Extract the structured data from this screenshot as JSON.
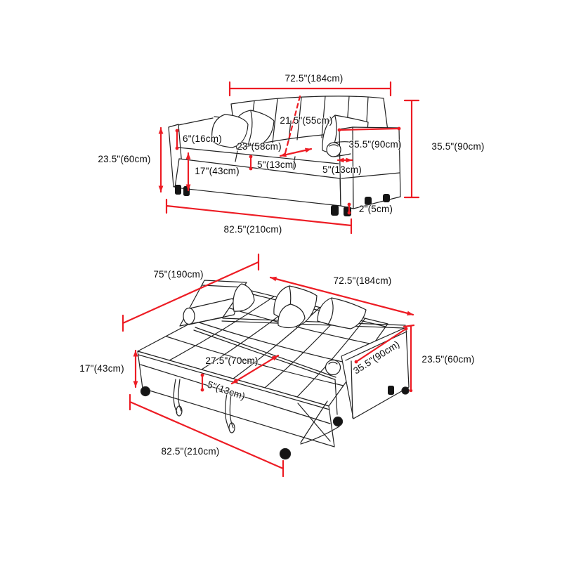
{
  "colors": {
    "dimension_red": "#ed1c24",
    "artwork_line": "#222222",
    "background": "#ffffff"
  },
  "sofa_view": {
    "name": "sofa configuration (upper drawing)",
    "labels": [
      {
        "id": "sofa-width",
        "text": "72.5\"(184cm)"
      },
      {
        "id": "sofa-backrest-diagonal",
        "text": "21.5\"(55cm)"
      },
      {
        "id": "sofa-armtop-thickness",
        "text": "6\"(16cm)"
      },
      {
        "id": "sofa-seat-depth",
        "text": "23\"(58cm)"
      },
      {
        "id": "sofa-arm-depth",
        "text": "35.5\"(90cm)"
      },
      {
        "id": "sofa-overall-height",
        "text": "35.5\"(90cm)"
      },
      {
        "id": "sofa-side-height",
        "text": "23.5\"(60cm)"
      },
      {
        "id": "sofa-seat-height",
        "text": "17\"(43cm)"
      },
      {
        "id": "sofa-cushion-thickness",
        "text": "5\"(13cm)"
      },
      {
        "id": "sofa-arm-width",
        "text": "5\"(13cm)"
      },
      {
        "id": "sofa-leg-height",
        "text": "2\"(5cm)"
      },
      {
        "id": "sofa-total-width",
        "text": "82.5\"(210cm)"
      }
    ]
  },
  "bed_view": {
    "name": "bed configuration (lower drawing)",
    "labels": [
      {
        "id": "bed-length",
        "text": "75\"(190cm)"
      },
      {
        "id": "bed-width",
        "text": "72.5\"(184cm)"
      },
      {
        "id": "bed-platform-height",
        "text": "17\"(43cm)"
      },
      {
        "id": "bed-extension-depth",
        "text": "27.5\"(70cm)"
      },
      {
        "id": "bed-mattress-thickness",
        "text": "5\"(13cm)"
      },
      {
        "id": "bed-side-depth",
        "text": "35.5\"(90cm)"
      },
      {
        "id": "bed-side-height",
        "text": "23.5\"(60cm)"
      },
      {
        "id": "bed-total-length",
        "text": "82.5\"(210cm)"
      }
    ]
  }
}
